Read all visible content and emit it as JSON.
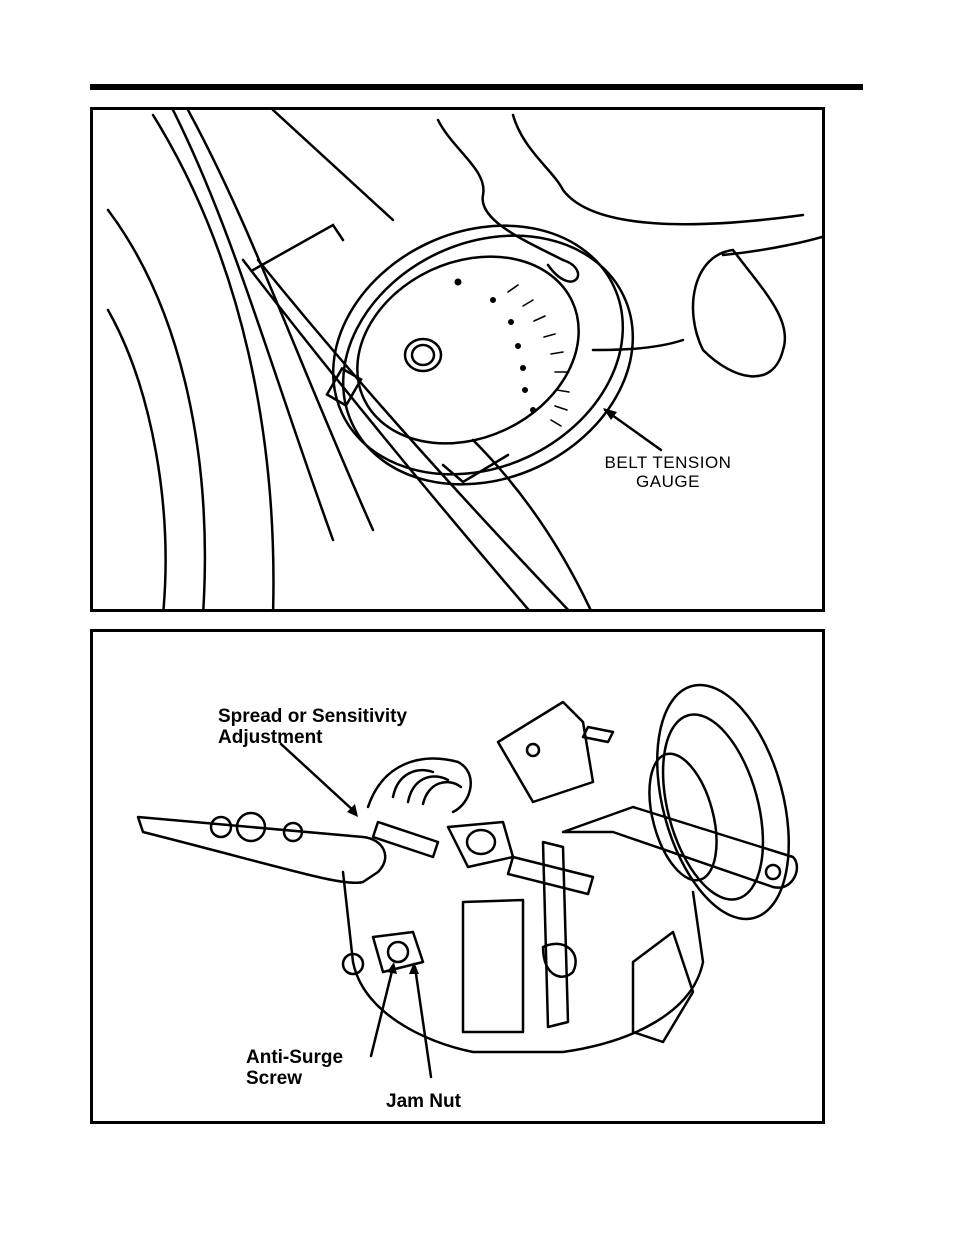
{
  "figure1": {
    "label_line1": "BELT TENSION",
    "label_line2": "GAUGE"
  },
  "figure2": {
    "spread_line1": "Spread or Sensitivity",
    "spread_line2": "Adjustment",
    "antisurge_line1": "Anti-Surge",
    "antisurge_line2": "Screw",
    "jam_nut": "Jam Nut"
  }
}
